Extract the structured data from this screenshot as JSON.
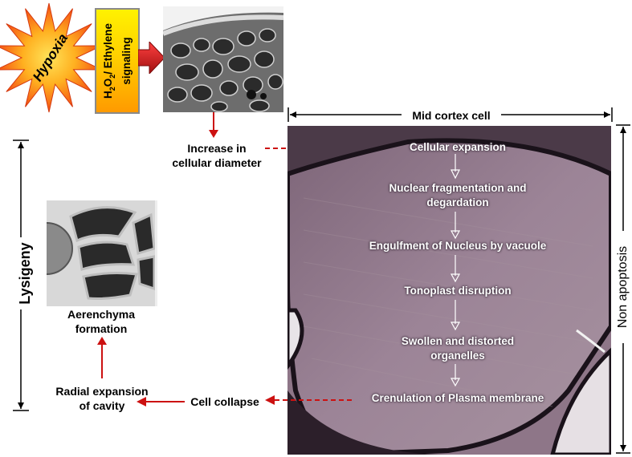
{
  "stimulus": {
    "label": "Hypoxia",
    "color": "#d81e1e"
  },
  "signal_box": {
    "line1_prefix": "H",
    "sub2": "2",
    "mid": "O",
    "sub3": "2",
    "line1_suffix": "/ Ethylene",
    "line2": "signaling"
  },
  "top_image": {
    "icon": "sem-micrograph-cortex"
  },
  "increase_label": {
    "line1": "Increase in",
    "line2": "cellular diameter"
  },
  "mid_cortex": {
    "title": "Mid cortex cell"
  },
  "non_apoptosis": {
    "label": "Non apoptosis"
  },
  "lysigeny": {
    "label": "Lysigeny"
  },
  "cell_steps": [
    {
      "line1": "Cellular expansion",
      "line2": ""
    },
    {
      "line1": "Nuclear fragmentation and",
      "line2": "degardation"
    },
    {
      "line1": "Engulfment of Nucleus by vacuole",
      "line2": ""
    },
    {
      "line1": "Tonoplast disruption",
      "line2": ""
    },
    {
      "line1": "Swollen and distorted",
      "line2": "organelles"
    },
    {
      "line1": "Crenulation of Plasma membrane",
      "line2": ""
    }
  ],
  "cell_collapse": {
    "label": "Cell collapse"
  },
  "radial_expansion": {
    "line1": "Radial expansion",
    "line2": "of cavity"
  },
  "aerenchyma": {
    "line1": "Aerenchyma",
    "line2": "formation",
    "icon": "sem-micrograph-aerenchyma"
  },
  "colors": {
    "arrow_red": "#cc1111",
    "box_yellow": "#ffe600",
    "box_orange": "#ff8a00",
    "tem_bg": "#8e7688"
  }
}
